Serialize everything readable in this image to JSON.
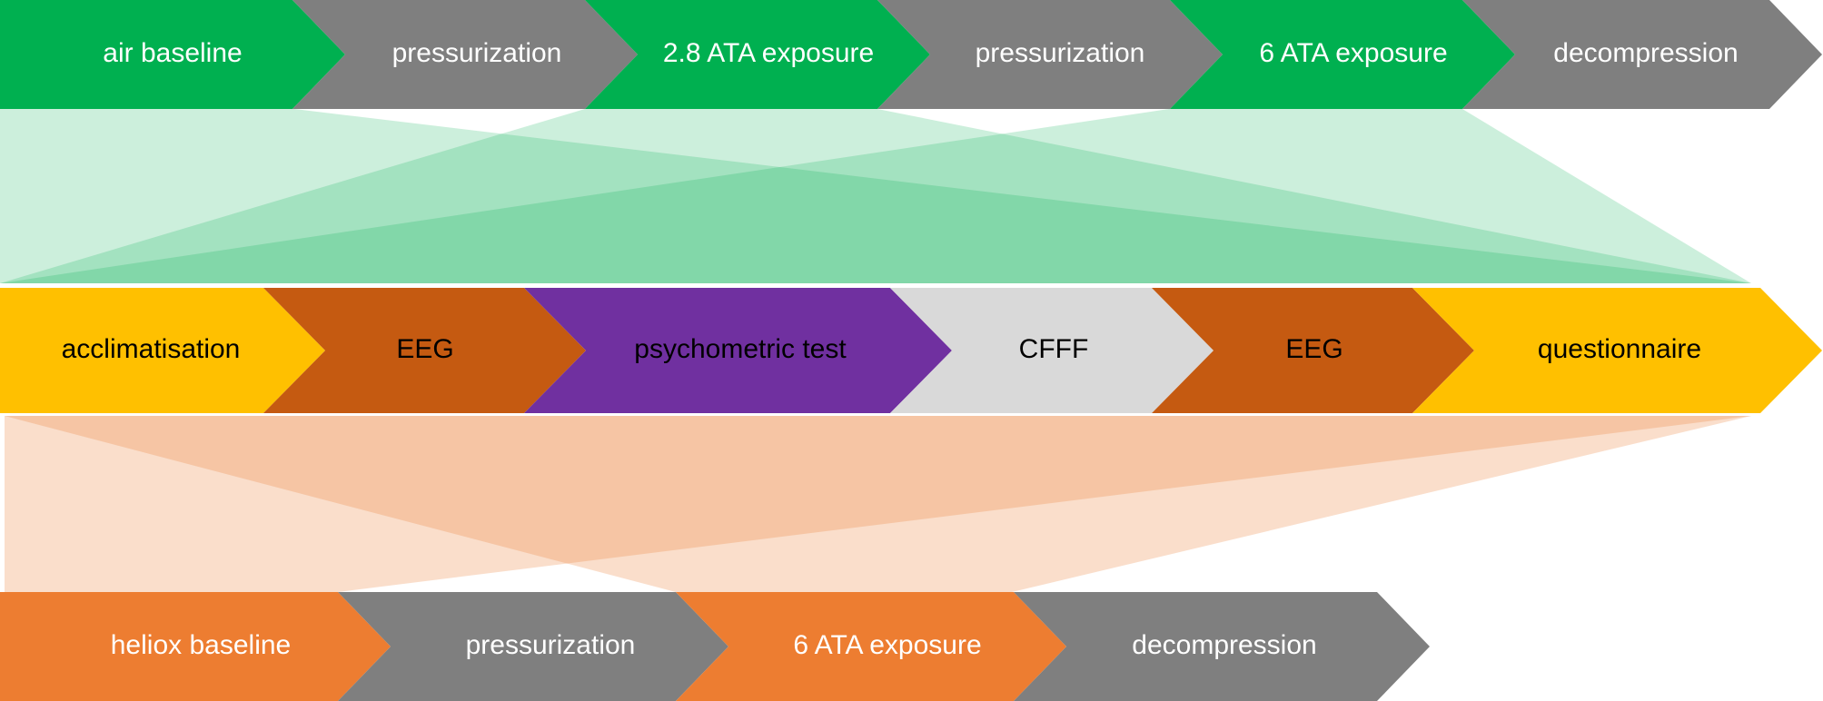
{
  "colors": {
    "green": "#00B050",
    "gray": "#7F7F7F",
    "amber": "#FFC000",
    "rust": "#C55A11",
    "purple": "#7030A0",
    "light_gray": "#D9D9D9",
    "orange": "#ED7D31",
    "green_fan": "#B7E4C7",
    "orange_fan": "#F8CBAD",
    "text_light": "#FFFFFF",
    "text_dark": "#000000"
  },
  "top_row": {
    "steps": [
      {
        "label": "air baseline",
        "color": "green"
      },
      {
        "label": "pressurization",
        "color": "gray"
      },
      {
        "label": "2.8 ATA exposure",
        "color": "green"
      },
      {
        "label": "pressurization",
        "color": "gray"
      },
      {
        "label": "6 ATA exposure",
        "color": "green"
      },
      {
        "label": "decompression",
        "color": "gray"
      }
    ]
  },
  "middle_row": {
    "steps": [
      {
        "label": "acclimatisation",
        "color": "amber"
      },
      {
        "label": "EEG",
        "color": "rust"
      },
      {
        "label": "psychometric test",
        "color": "purple"
      },
      {
        "label": "CFFF",
        "color": "light_gray"
      },
      {
        "label": "EEG",
        "color": "rust"
      },
      {
        "label": "questionnaire",
        "color": "amber"
      }
    ]
  },
  "bottom_row": {
    "steps": [
      {
        "label": "heliox baseline",
        "color": "orange"
      },
      {
        "label": "pressurization",
        "color": "gray"
      },
      {
        "label": "6 ATA exposure",
        "color": "orange"
      },
      {
        "label": "decompression",
        "color": "gray"
      }
    ]
  }
}
